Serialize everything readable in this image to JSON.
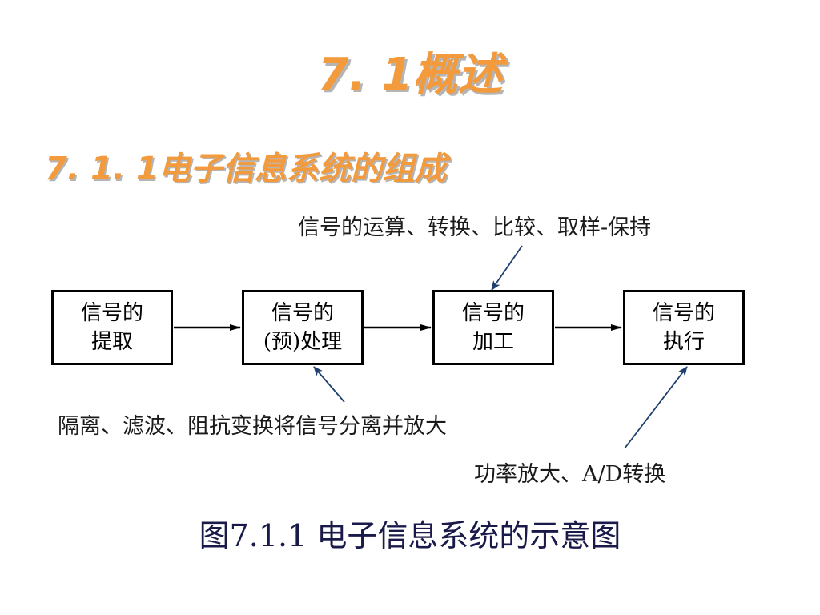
{
  "slide": {
    "title": "7. 1概述",
    "subtitle": "7. 1. 1电子信息系统的组成",
    "caption": "图7.1.1 电子信息系统的示意图"
  },
  "diagram": {
    "blocks": [
      {
        "line1": "信号的",
        "line2": "提取"
      },
      {
        "line1": "信号的",
        "line2": "(预)处理"
      },
      {
        "line1": "信号的",
        "line2": "加工"
      },
      {
        "line1": "信号的",
        "line2": "执行"
      }
    ],
    "annotations": {
      "processing": "信号的运算、转换、比较、取样-保持",
      "preprocessing": "隔离、滤波、阻抗变换将信号分离并放大",
      "execution": "功率放大、A/D转换"
    },
    "colors": {
      "title": "#f29a3c",
      "title_shadow": "#b5b5b5",
      "leader_line": "#1f3f6f",
      "caption": "#1a1a4a"
    }
  }
}
